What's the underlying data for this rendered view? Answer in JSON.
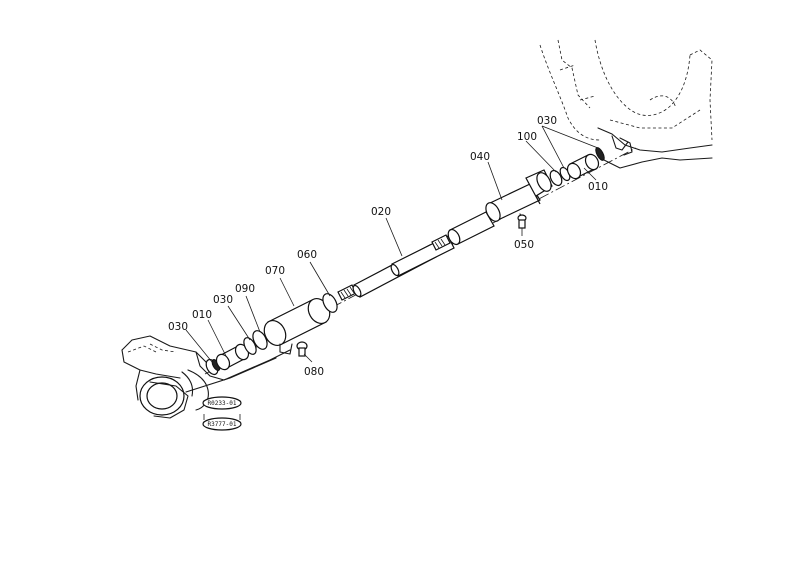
{
  "labels": {
    "p010a": "010",
    "p010b": "010",
    "p020": "020",
    "p030a": "030",
    "p030b": "030",
    "p030c": "030",
    "p040": "040",
    "p050": "050",
    "p060": "060",
    "p070": "070",
    "p080": "080",
    "p090": "090",
    "p100": "100"
  },
  "ref_codes": {
    "top": "R0233-01",
    "bottom": "R3777-01"
  }
}
